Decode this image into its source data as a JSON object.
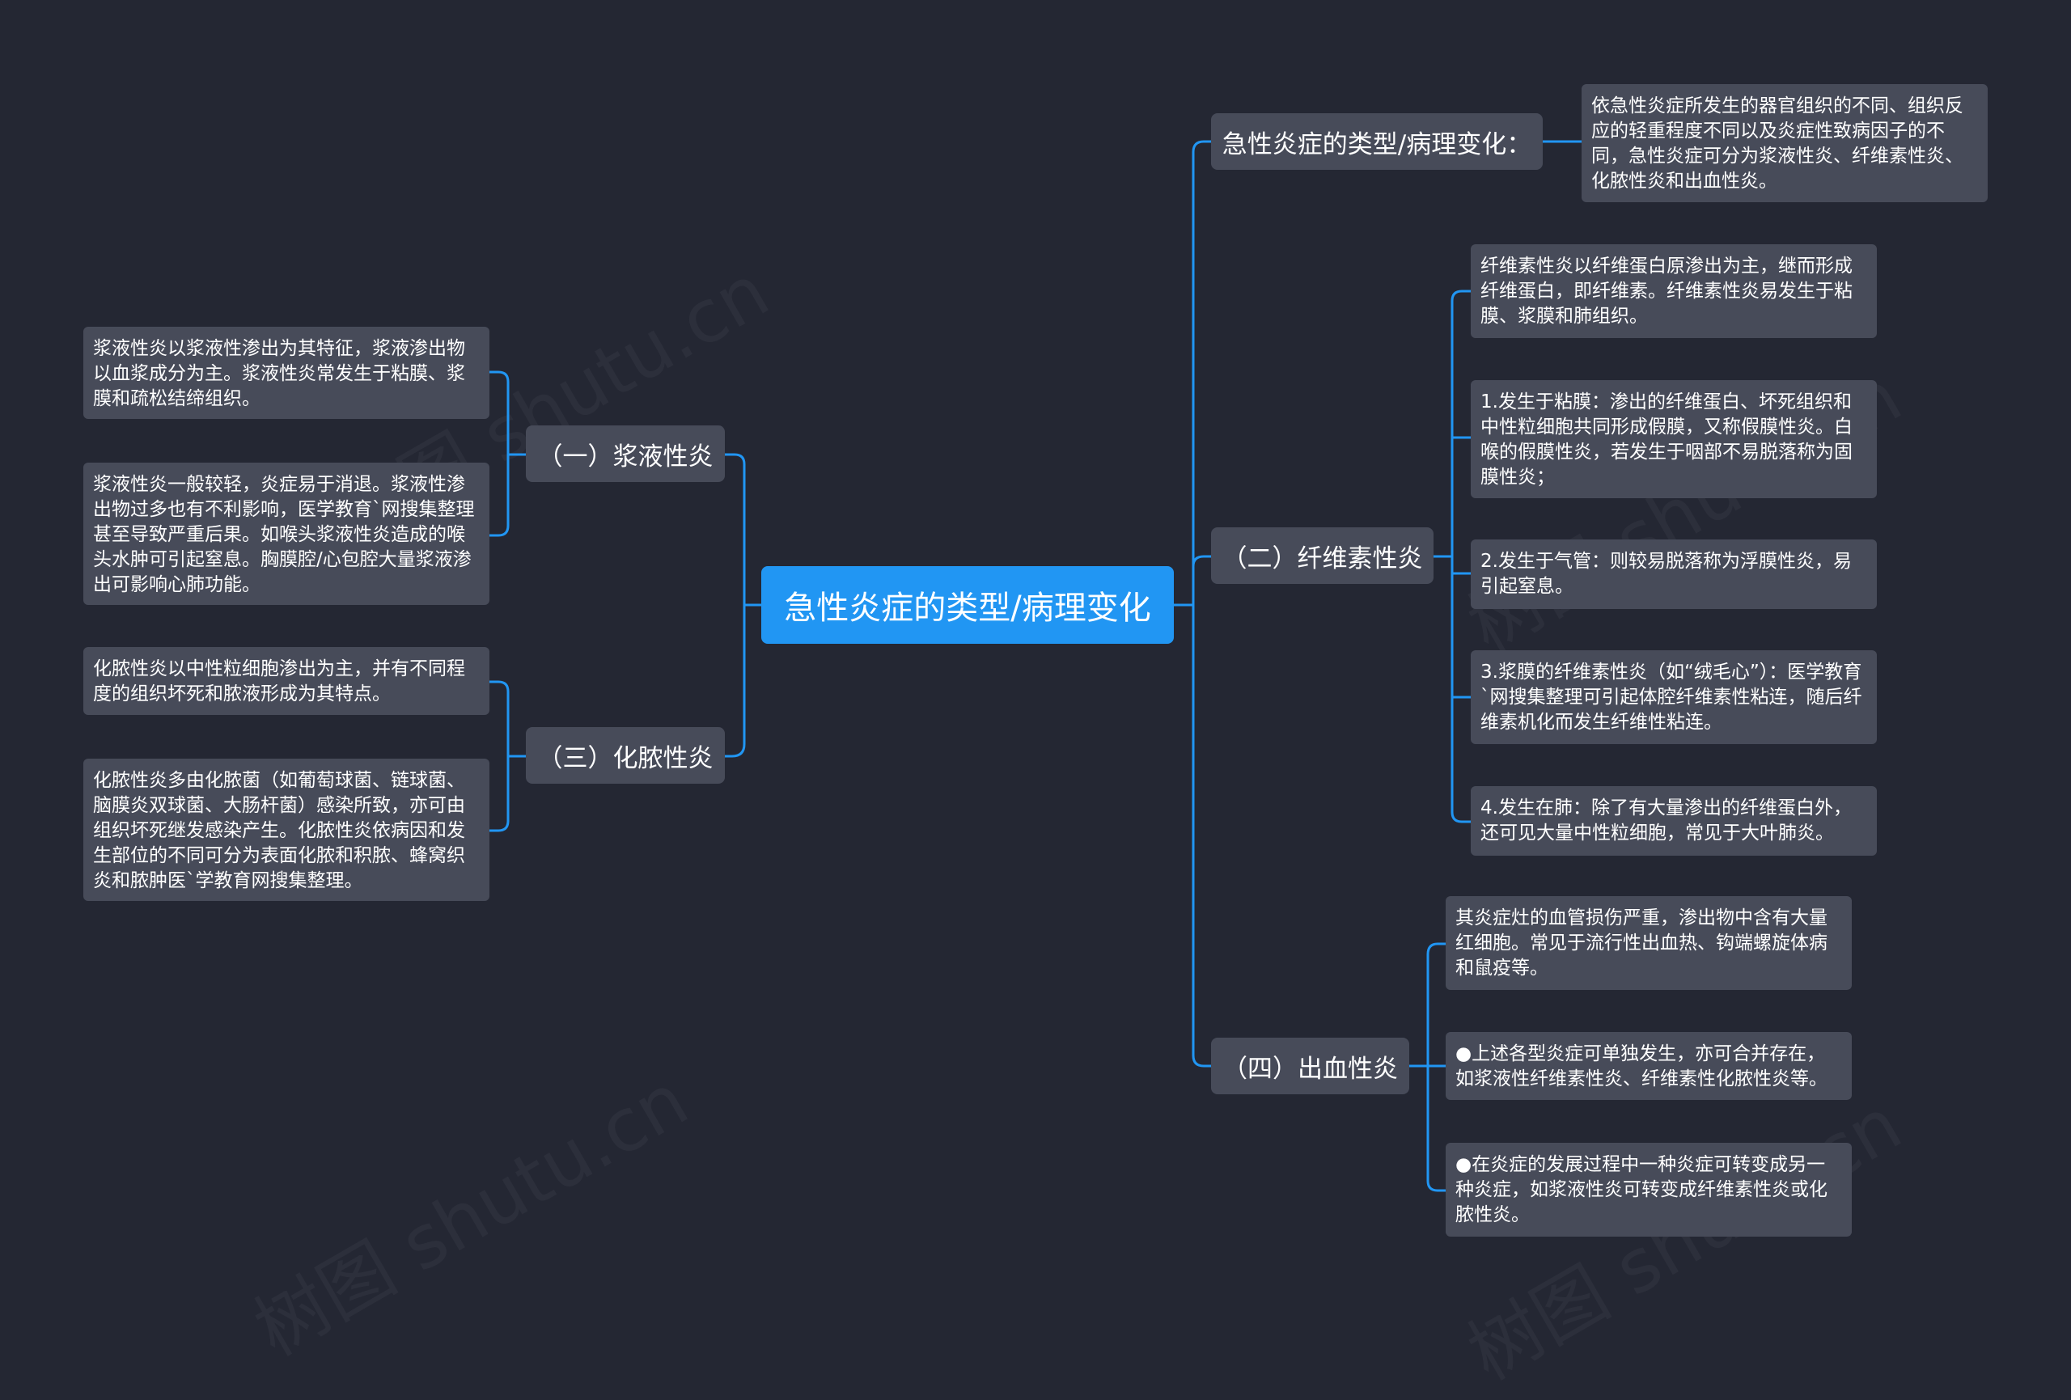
{
  "colors": {
    "background": "#242733",
    "root": "#2196f3",
    "node": "#474b59",
    "line": "#2196f3",
    "text": "#ffffff"
  },
  "watermark": "树图 shutu.cn",
  "root": {
    "label": "急性炎症的类型/病理变化"
  },
  "branches": {
    "b1": {
      "label": "（一）浆液性炎",
      "leaves": [
        "浆液性炎以浆液性渗出为其特征，浆液渗出物以血浆成分为主。浆液性炎常发生于粘膜、浆膜和疏松结缔组织。",
        "浆液性炎一般较轻，炎症易于消退。浆液性渗出物过多也有不利影响，医学教育`网搜集整理甚至导致严重后果。如喉头浆液性炎造成的喉头水肿可引起窒息。胸膜腔/心包腔大量浆液渗出可影响心肺功能。"
      ]
    },
    "b3": {
      "label": "（三）化脓性炎",
      "leaves": [
        "化脓性炎以中性粒细胞渗出为主，并有不同程度的组织坏死和脓液形成为其特点。",
        "化脓性炎多由化脓菌（如葡萄球菌、链球菌、脑膜炎双球菌、大肠杆菌）感染所致，亦可由组织坏死继发感染产生。化脓性炎依病因和发生部位的不同可分为表面化脓和积脓、蜂窝织炎和脓肿医`学教育网搜集整理。"
      ]
    },
    "intro": {
      "label": "急性炎症的类型/病理变化：",
      "leaves": [
        "依急性炎症所发生的器官组织的不同、组织反应的轻重程度不同以及炎症性致病因子的不同，急性炎症可分为浆液性炎、纤维素性炎、化脓性炎和出血性炎。"
      ]
    },
    "b2": {
      "label": "（二）纤维素性炎",
      "leaves": [
        "纤维素性炎以纤维蛋白原渗出为主，继而形成纤维蛋白，即纤维素。纤维素性炎易发生于粘膜、浆膜和肺组织。",
        "1.发生于粘膜：渗出的纤维蛋白、坏死组织和中性粒细胞共同形成假膜，又称假膜性炎。白喉的假膜性炎，若发生于咽部不易脱落称为固膜性炎；",
        "2.发生于气管：则较易脱落称为浮膜性炎，易引起窒息。",
        "3.浆膜的纤维素性炎（如“绒毛心”）：医学教育`网搜集整理可引起体腔纤维素性粘连，随后纤维素机化而发生纤维性粘连。",
        "4.发生在肺：除了有大量渗出的纤维蛋白外，还可见大量中性粒细胞，常见于大叶肺炎。"
      ]
    },
    "b4": {
      "label": "（四）出血性炎",
      "leaves": [
        "其炎症灶的血管损伤严重，渗出物中含有大量红细胞。常见于流行性出血热、钩端螺旋体病和鼠疫等。",
        "●上述各型炎症可单独发生，亦可合并存在，如浆液性纤维素性炎、纤维素性化脓性炎等。",
        "●在炎症的发展过程中一种炎症可转变成另一种炎症，如浆液性炎可转变成纤维素性炎或化脓性炎。"
      ]
    }
  }
}
